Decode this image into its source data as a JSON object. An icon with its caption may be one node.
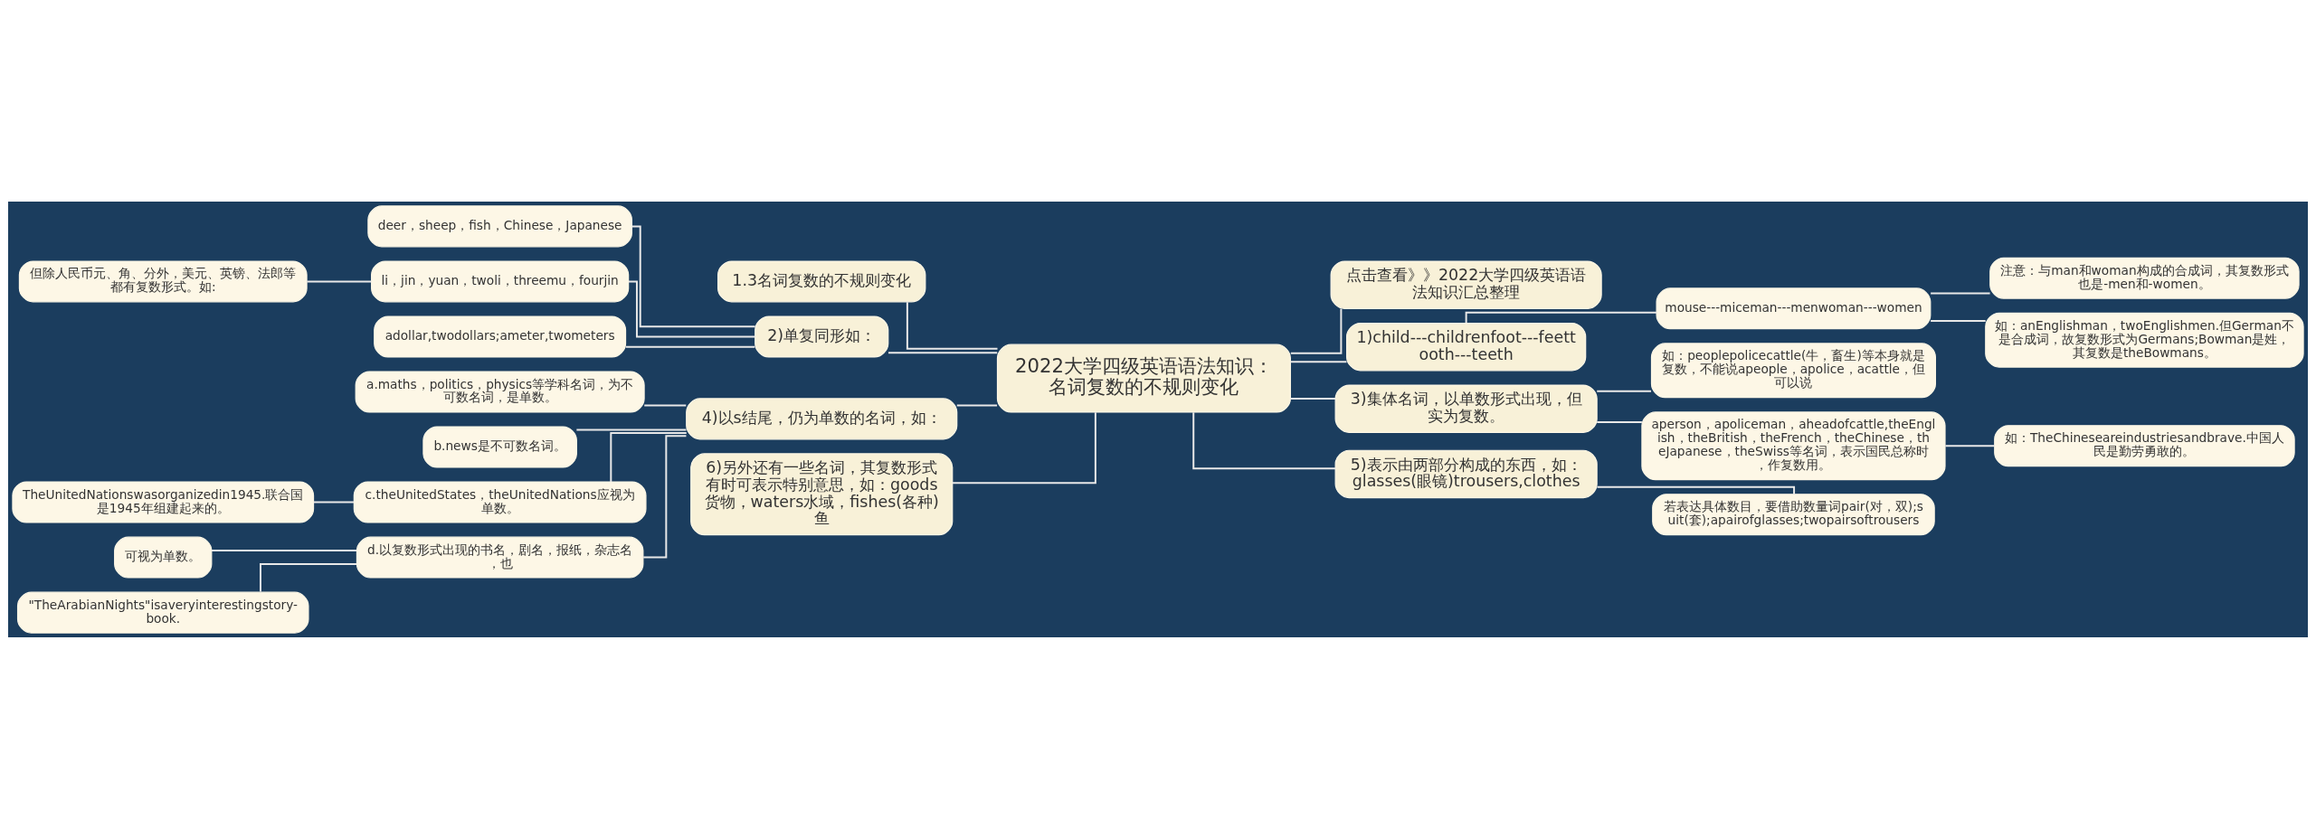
{
  "diagram": {
    "nodes": [
      {
        "text": [
          "2022大学四级英语语法知识：名词复数的不规则变化"
        ]
      },
      {
        "text": [
          "1.3名词复数的不规则变化"
        ]
      },
      {
        "text": [
          "2)单复同形如："
        ]
      },
      {
        "text": [
          "deer，sheep，fish，Chinese，Japanese"
        ]
      },
      {
        "text": [
          "li，jin，yuan，twoli，threemu，fourjin"
        ]
      },
      {
        "text": [
          "但除人民币元、角、分外，美元、英镑、法郎等都有复数形式。如:"
        ]
      },
      {
        "text": [
          "adollar,twodollars;ameter,twometers"
        ]
      },
      {
        "text": [
          "4)以s结尾，仍为单数的名词，如："
        ]
      },
      {
        "text": [
          "a.maths，politics，physics等学科名词，为不可数名词，是单数。"
        ]
      },
      {
        "text": [
          "b.news是不可数名词。"
        ]
      },
      {
        "text": [
          "c.theUnitedStates，theUnitedNations应视为单数。"
        ]
      },
      {
        "text": [
          "TheUnitedNationswasorganizedin1945.联合国是1945年组建起来的。"
        ]
      },
      {
        "text": [
          "d.以复数形式出现的书名，剧名，报纸，杂志名，也"
        ]
      },
      {
        "text": [
          "可视为单数。"
        ]
      },
      {
        "text": [
          "\"TheArabianNights\"isaveryinterestingstory-book."
        ]
      },
      {
        "text": [
          "6)另外还有一些名词，其复数形式有时可表示特别意思，如：goods货物，waters水域，fishes(各种)鱼"
        ]
      },
      {
        "text": [
          "点击查看》》2022大学四级英语语法知识汇总整理"
        ]
      },
      {
        "text": [
          "1)child---childrenfoot---feettooth---teeth"
        ]
      },
      {
        "text": [
          "mouse---miceman---menwoman---women"
        ]
      },
      {
        "text": [
          "注意：与man和woman构成的合成词，其复数形式也是-men和-women。"
        ]
      },
      {
        "text": [
          "如：anEnglishman，twoEnglishmen.但German不是合成词，故复数形式为Germans;Bowman是姓，其复数是theBowmans。"
        ]
      },
      {
        "text": [
          "3)集体名词，以单数形式出现，但实为复数。"
        ]
      },
      {
        "text": [
          "如：peoplepolicecattle(牛，畜生)等本身就是复数，不能说apeople，apolice，acattle，但可以说"
        ]
      },
      {
        "text": [
          "aperson，apoliceman，aheadofcattle,theEnglish，theBritish，theFrench，theChinese，theJapanese，theSwiss等名词，表示国民总称时，作复数用。"
        ]
      },
      {
        "text": [
          "如：TheChineseareindustriesandbrave.中国人民是勤劳勇敢的。"
        ]
      },
      {
        "text": [
          "5)表示由两部分构成的东西，如：glasses(眼镜)trousers,clothes"
        ]
      },
      {
        "text": [
          "若表达具体数目，要借助数量词pair(对，双);suit(套);apairofglasses;twopairsoftrousers"
        ]
      }
    ],
    "edges": [
      {
        "from": 0,
        "to": 1,
        "arrow": "none"
      },
      {
        "from": 0,
        "to": 2,
        "arrow": "none"
      },
      {
        "from": 2,
        "to": 3,
        "arrow": "none"
      },
      {
        "from": 2,
        "to": 4,
        "arrow": "none"
      },
      {
        "from": 4,
        "to": 5,
        "arrow": "none"
      },
      {
        "from": 2,
        "to": 6,
        "arrow": "none"
      },
      {
        "from": 0,
        "to": 7,
        "arrow": "none"
      },
      {
        "from": 7,
        "to": 8,
        "arrow": "none"
      },
      {
        "from": 7,
        "to": 9,
        "arrow": "none"
      },
      {
        "from": 7,
        "to": 10,
        "arrow": "none"
      },
      {
        "from": 10,
        "to": 11,
        "arrow": "none"
      },
      {
        "from": 7,
        "to": 12,
        "arrow": "none"
      },
      {
        "from": 12,
        "to": 13,
        "arrow": "none"
      },
      {
        "from": 12,
        "to": 14,
        "arrow": "none"
      },
      {
        "from": 0,
        "to": 15,
        "arrow": "none"
      },
      {
        "from": 0,
        "to": 16,
        "arrow": "none"
      },
      {
        "from": 0,
        "to": 17,
        "arrow": "none"
      },
      {
        "from": 17,
        "to": 18,
        "arrow": "none"
      },
      {
        "from": 18,
        "to": 19,
        "arrow": "none"
      },
      {
        "from": 18,
        "to": 20,
        "arrow": "none"
      },
      {
        "from": 0,
        "to": 21,
        "arrow": "none"
      },
      {
        "from": 21,
        "to": 22,
        "arrow": "none"
      },
      {
        "from": 21,
        "to": 23,
        "arrow": "none"
      },
      {
        "from": 23,
        "to": 24,
        "arrow": "none"
      },
      {
        "from": 0,
        "to": 25,
        "arrow": "none"
      },
      {
        "from": 25,
        "to": 26,
        "arrow": "none"
      }
    ]
  }
}
